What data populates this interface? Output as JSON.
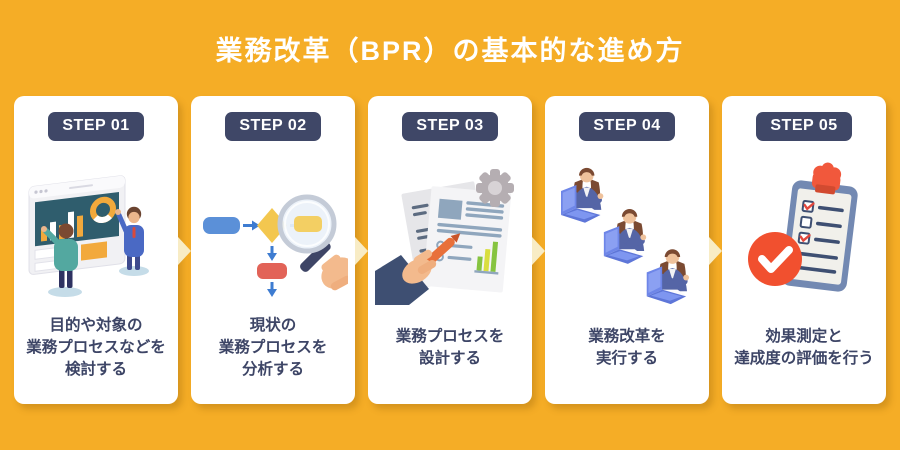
{
  "title": "業務改革（BPR）の基本的な進め方",
  "colors": {
    "background": "#F5AD26",
    "card": "#FFFFFF",
    "badge": "#3F4767",
    "caption_text": "#3D4566",
    "arrow": "#F8ECC5",
    "accent_orange": "#F2A93C",
    "accent_red": "#E2483D",
    "accent_blue": "#5B90D8",
    "accent_yellow": "#F3C74F"
  },
  "steps": [
    {
      "badge": "STEP 01",
      "caption": "目的や対象の\n業務プロセスなどを\n検討する",
      "illustration": "two-people-discussing-dashboard"
    },
    {
      "badge": "STEP 02",
      "caption": "現状の\n業務プロセスを\n分析する",
      "illustration": "flowchart-with-magnifier"
    },
    {
      "badge": "STEP 03",
      "caption": "業務プロセスを\n設計する",
      "illustration": "documents-pen-and-gear"
    },
    {
      "badge": "STEP 04",
      "caption": "業務改革を\n実行する",
      "illustration": "three-workers-at-laptops"
    },
    {
      "badge": "STEP 05",
      "caption": "効果測定と\n達成度の評価を行う",
      "illustration": "checklist-clipboard-with-checkmark"
    }
  ]
}
